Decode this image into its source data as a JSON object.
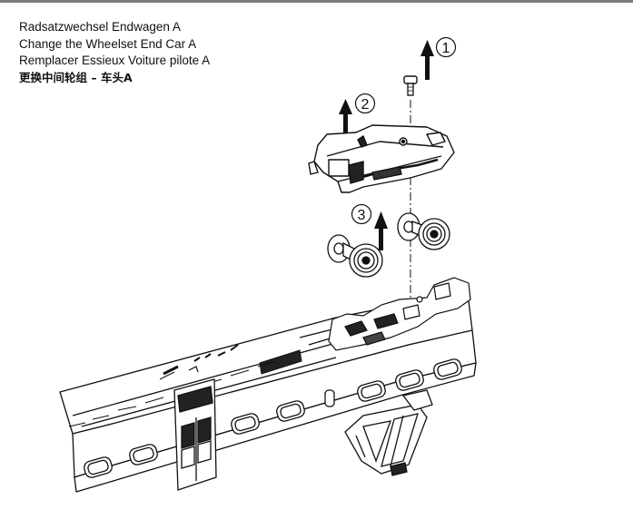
{
  "titles": {
    "de": "Radsatzwechsel Endwagen A",
    "en": "Change the Wheelset End Car A",
    "fr": "Remplacer Essieux Voiture pilote A",
    "zh": "更换中间轮组 – 车头A"
  },
  "steps": {
    "step1": "1",
    "step2": "2",
    "step3": "3"
  },
  "colors": {
    "line": "#111111",
    "rule": "#7d7d7d"
  }
}
